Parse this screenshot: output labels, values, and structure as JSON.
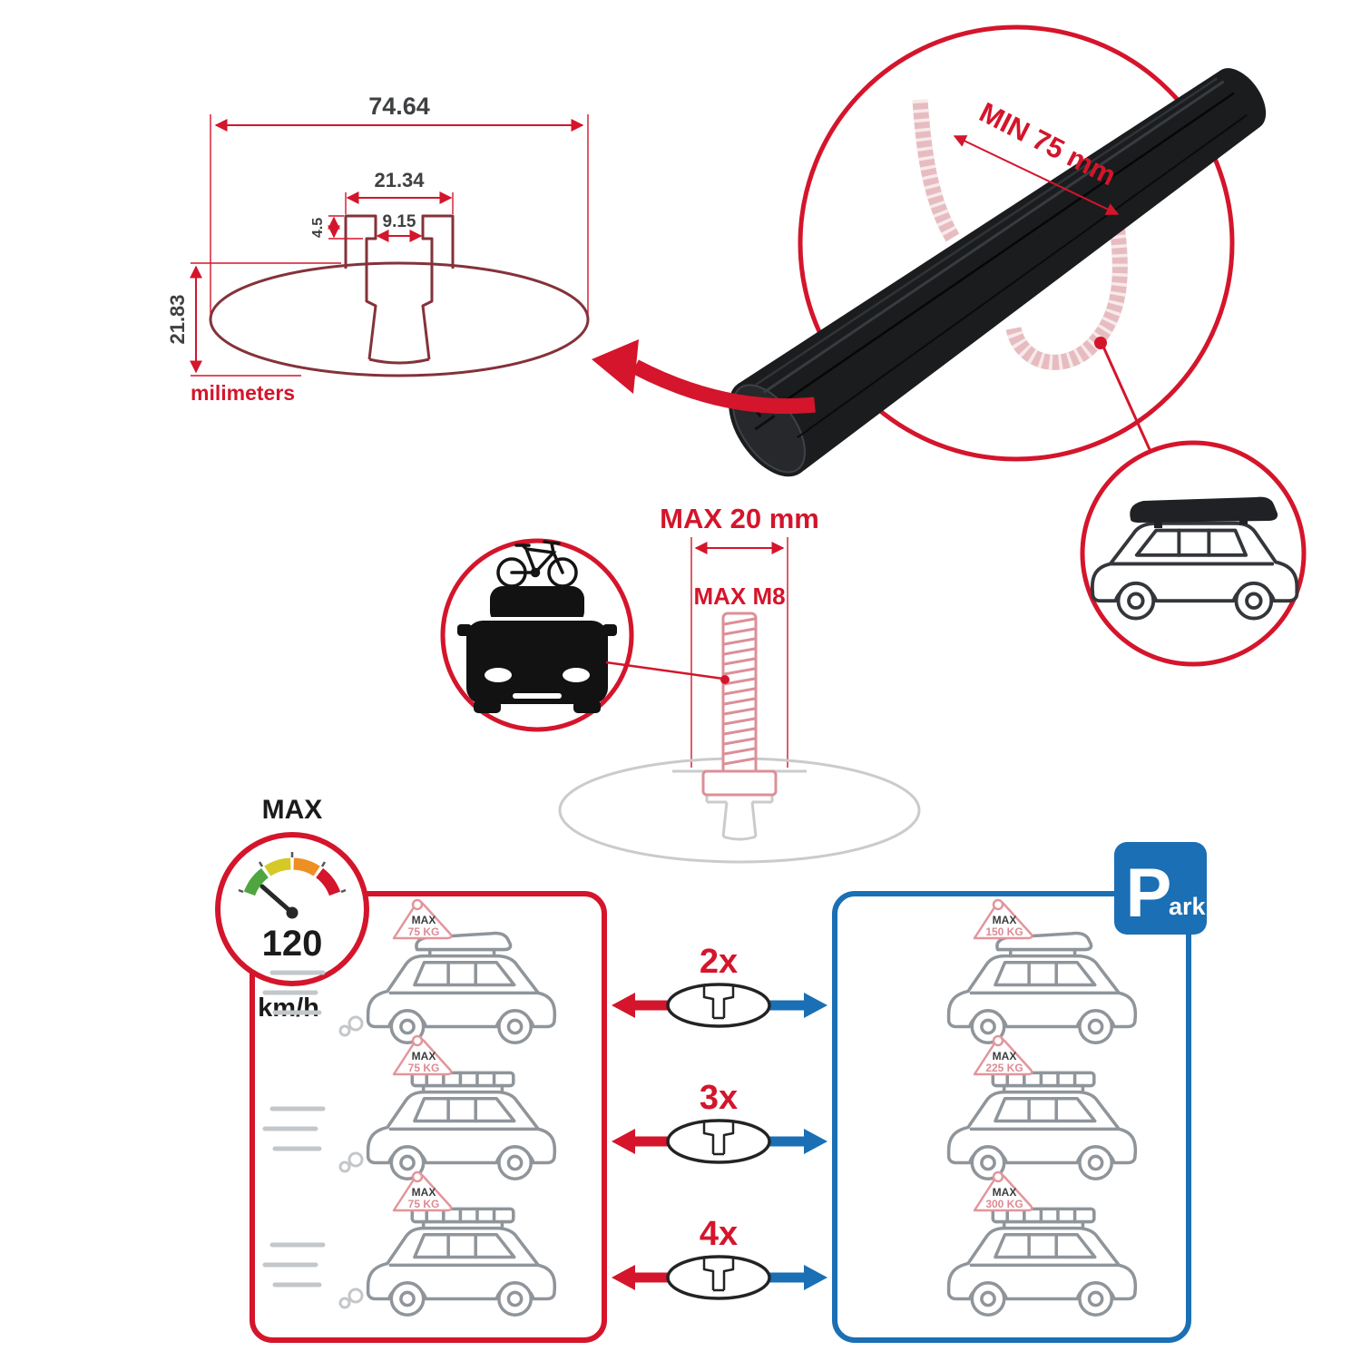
{
  "colors": {
    "accent_red": "#d4152b",
    "accent_blue": "#1a6fb5",
    "ghost_pink": "#e7bcc0",
    "ghost_gray": "#c9cbcd",
    "bar_black": "#1b1c1e"
  },
  "dimension_diagram": {
    "total_width": "74.64",
    "channel_width": "21.34",
    "slot_width": "9.15",
    "lip_depth": "4.5",
    "profile_height": "21.83",
    "units_label": "milimeters"
  },
  "bar_detail": {
    "min_span_label": "MIN 75 mm"
  },
  "bolt_diagram": {
    "max_width_label": "MAX 20 mm",
    "max_thread_label": "MAX M8"
  },
  "speed_gauge": {
    "title": "MAX",
    "value": "120",
    "units": "km/h"
  },
  "park_sign": {
    "initial": "P",
    "rest": "ark"
  },
  "comparison": {
    "tag_label": "MAX",
    "multipliers": [
      "2x",
      "3x",
      "4x"
    ],
    "driving_loads": [
      "75 KG",
      "75 KG",
      "75 KG"
    ],
    "parked_loads": [
      "150 KG",
      "225 KG",
      "300 KG"
    ]
  }
}
